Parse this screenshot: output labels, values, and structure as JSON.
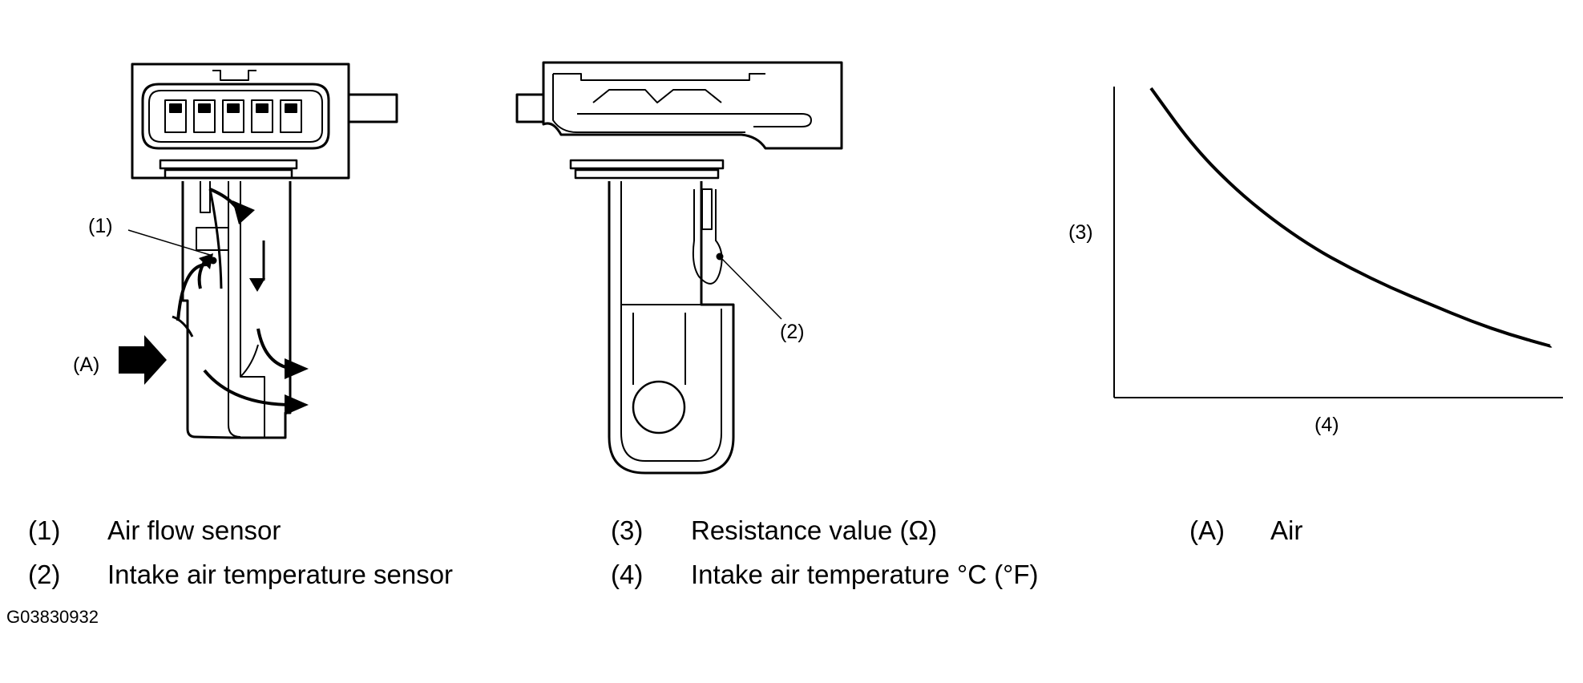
{
  "callouts": {
    "c1": "(1)",
    "c2": "(2)",
    "c3": "(3)",
    "c4": "(4)",
    "cA": "(A)"
  },
  "legend": [
    {
      "key": "(1)",
      "text": "Air flow sensor"
    },
    {
      "key": "(2)",
      "text": "Intake air temperature sensor"
    },
    {
      "key": "(3)",
      "text": "Resistance value (Ω)"
    },
    {
      "key": "(4)",
      "text": "Intake air temperature °C (°F)"
    },
    {
      "key": "(A)",
      "text": "Air"
    }
  ],
  "figure_id": "G03830932",
  "chart_data": {
    "type": "line",
    "title": "",
    "xlabel": "(4)",
    "ylabel": "(3)",
    "note": "qualitative curve — no ticks or numeric scale printed; resistance decreases as intake air temperature rises",
    "series": [
      {
        "points": [
          [
            0,
            1.0
          ],
          [
            0.1,
            0.8
          ],
          [
            0.2,
            0.65
          ],
          [
            0.3,
            0.53
          ],
          [
            0.4,
            0.43
          ],
          [
            0.5,
            0.35
          ],
          [
            0.6,
            0.28
          ],
          [
            0.7,
            0.22
          ],
          [
            0.8,
            0.16
          ],
          [
            0.9,
            0.11
          ],
          [
            1.0,
            0.07
          ]
        ]
      }
    ]
  }
}
